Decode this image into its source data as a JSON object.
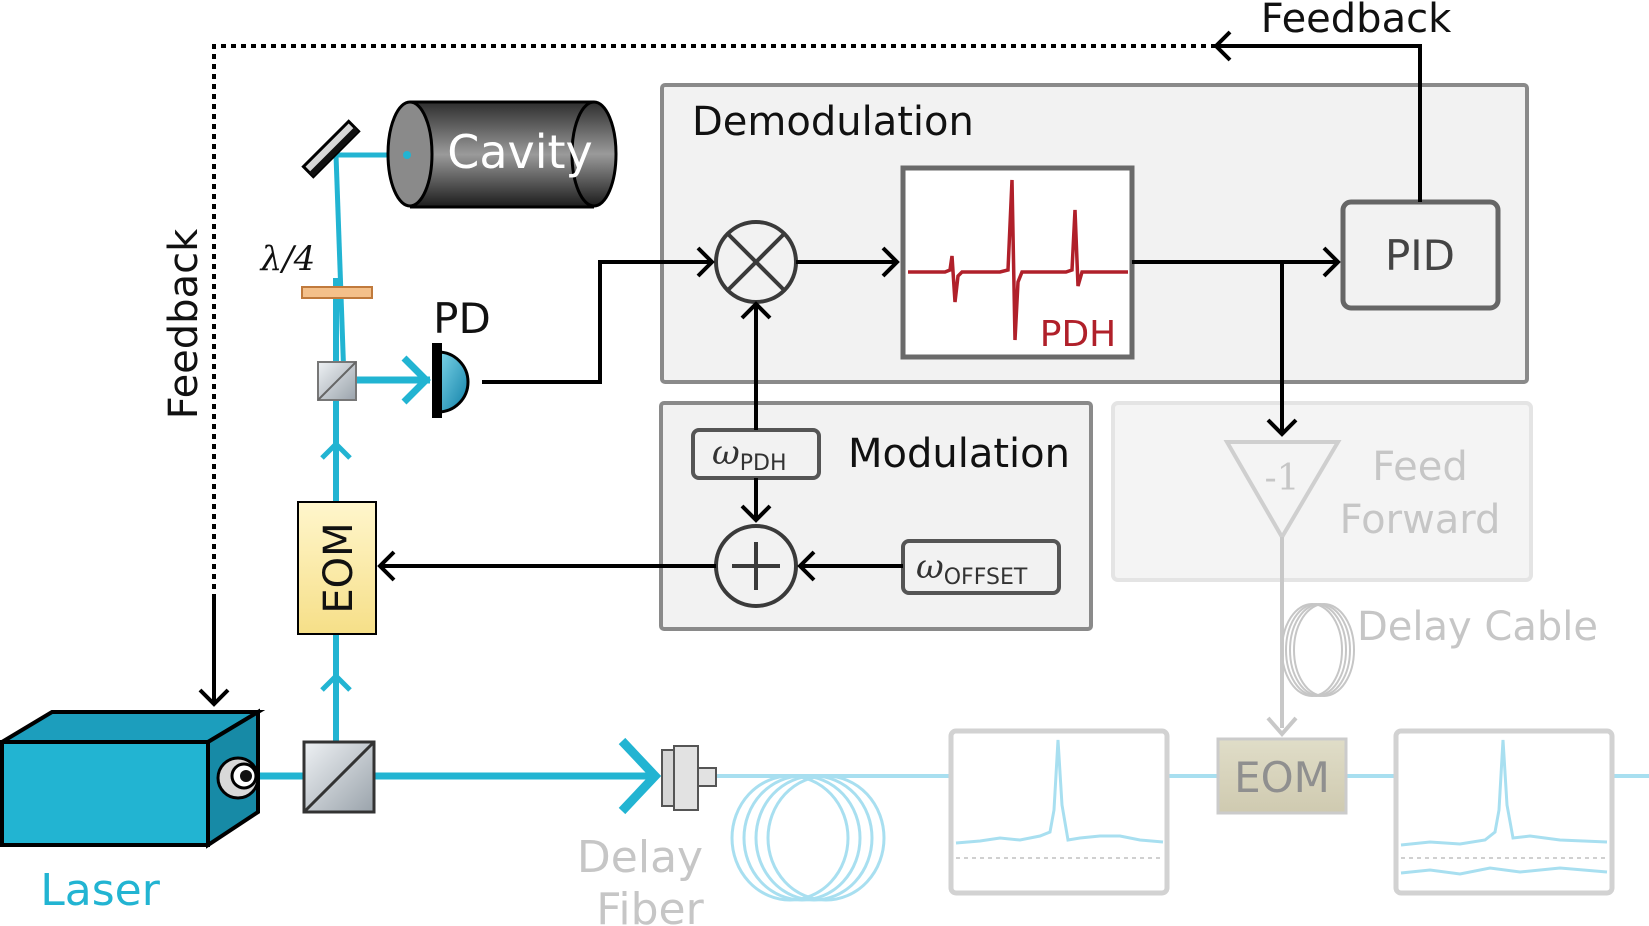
{
  "labels": {
    "feedback_top": "Feedback",
    "feedback_left": "Feedback",
    "cavity": "Cavity",
    "quarter_wave": "λ/4",
    "photodiode": "PD",
    "eom_main": "EOM",
    "laser": "Laser",
    "delay_fiber_line1": "Delay",
    "delay_fiber_line2": "Fiber",
    "demodulation": "Demodulation",
    "pdh": "PDH",
    "pid": "PID",
    "modulation": "Modulation",
    "omega": "ω",
    "omega_pdh_sub": "PDH",
    "omega_offset_sub": "OFFSET",
    "inverter": "-1",
    "feed_forward_line1": "Feed",
    "feed_forward_line2": "Forward",
    "delay_cable": "Delay Cable",
    "eom_ff": "EOM"
  },
  "colors": {
    "beam": "#22b4d2",
    "beam_faded": "#a8dff0",
    "pdh_signal": "#b0202a",
    "block_fill": "#f2f2f2",
    "block_border": "#8a8a8a",
    "faded": "#c8c8c8",
    "eom_fill": "#fbeaa8"
  }
}
